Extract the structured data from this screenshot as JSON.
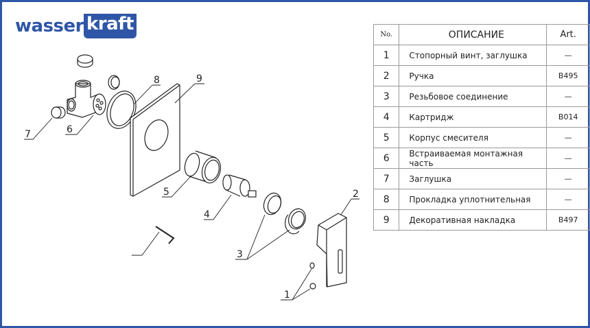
{
  "logo": {
    "part1": "wasser",
    "part2": "kraft"
  },
  "table": {
    "headers": {
      "no": "No.",
      "description": "ОПИСАНИЕ",
      "art": "Art."
    },
    "rows": [
      {
        "no": "1",
        "description": "Стопорный винт, заглушка",
        "art": "—"
      },
      {
        "no": "2",
        "description": "Ручка",
        "art": "B495"
      },
      {
        "no": "3",
        "description": "Резьбовое соединение",
        "art": "—"
      },
      {
        "no": "4",
        "description": "Картридж",
        "art": "B014"
      },
      {
        "no": "5",
        "description": "Корпус смесителя",
        "art": "—"
      },
      {
        "no": "6",
        "description": "Встраиваемая монтажная часть",
        "art": "—"
      },
      {
        "no": "7",
        "description": "Заглушка",
        "art": "—"
      },
      {
        "no": "8",
        "description": "Прокладка уплотнительная",
        "art": "—"
      },
      {
        "no": "9",
        "description": "Декоративная накладка",
        "art": "B497"
      }
    ]
  },
  "callouts": [
    "1",
    "2",
    "3",
    "4",
    "5",
    "6",
    "7",
    "8",
    "9"
  ],
  "colors": {
    "brand": "#2f56a6"
  }
}
